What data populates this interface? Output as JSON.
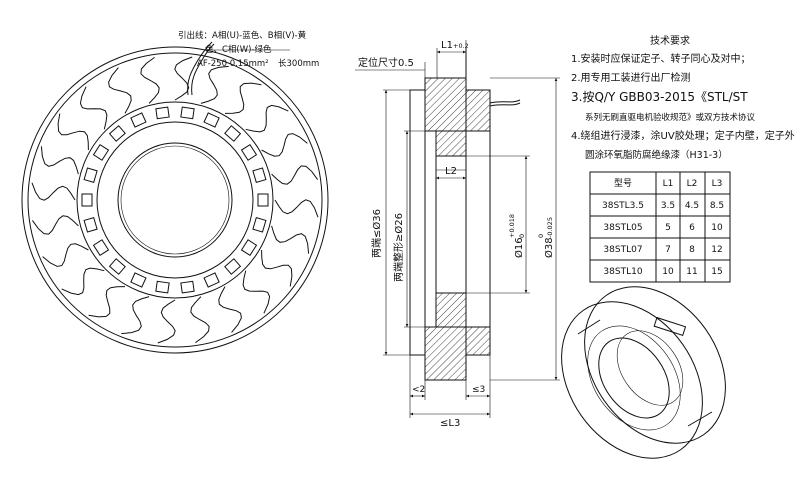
{
  "lead_wires": {
    "line1": "引出线：A相(U)-蓝色、B相(V)-黄",
    "line2": "色、C相(W)-绿色",
    "spec": "AF-250 0.15mm²",
    "length": "长300mm"
  },
  "dimensions": {
    "positioning": "定位尺寸0.5",
    "l1": "L1",
    "l1_tol": "+0.2",
    "l2": "L2",
    "both_ends_outer": "两端≤Ø36",
    "both_ends_inner": "两端整形≥Ø26",
    "inner_dia": "Ø16",
    "inner_tol_upper": "+0.018",
    "inner_tol_lower": "0",
    "outer_dia": "Ø38",
    "outer_tol_upper": "0",
    "outer_tol_lower": "-0.025",
    "left_end": "<2",
    "right_end": "≤3",
    "l3": "≤L3"
  },
  "requirements": {
    "title": "技术要求",
    "items": [
      "1.安装时应保证定子、转子同心及对中；",
      "2.用专用工装进行出厂检测",
      "3.按Q/Y GBB03-2015《STL/ST",
      "系列无刷直驱电机验收规范》或双方技术协议",
      "4.绕组进行浸漆，涂UV胶处理；定子内壁，定子外",
      "圆涂环氧脂防腐绝缘漆（H31-3）"
    ]
  },
  "spec_table": {
    "headers": [
      "型号",
      "L1",
      "L2",
      "L3"
    ],
    "rows": [
      [
        "38STL3.5",
        "3.5",
        "4.5",
        "8.5"
      ],
      [
        "38STL05",
        "5",
        "6",
        "10"
      ],
      [
        "38STL07",
        "7",
        "8",
        "12"
      ],
      [
        "38STL10",
        "10",
        "11",
        "15"
      ]
    ]
  }
}
